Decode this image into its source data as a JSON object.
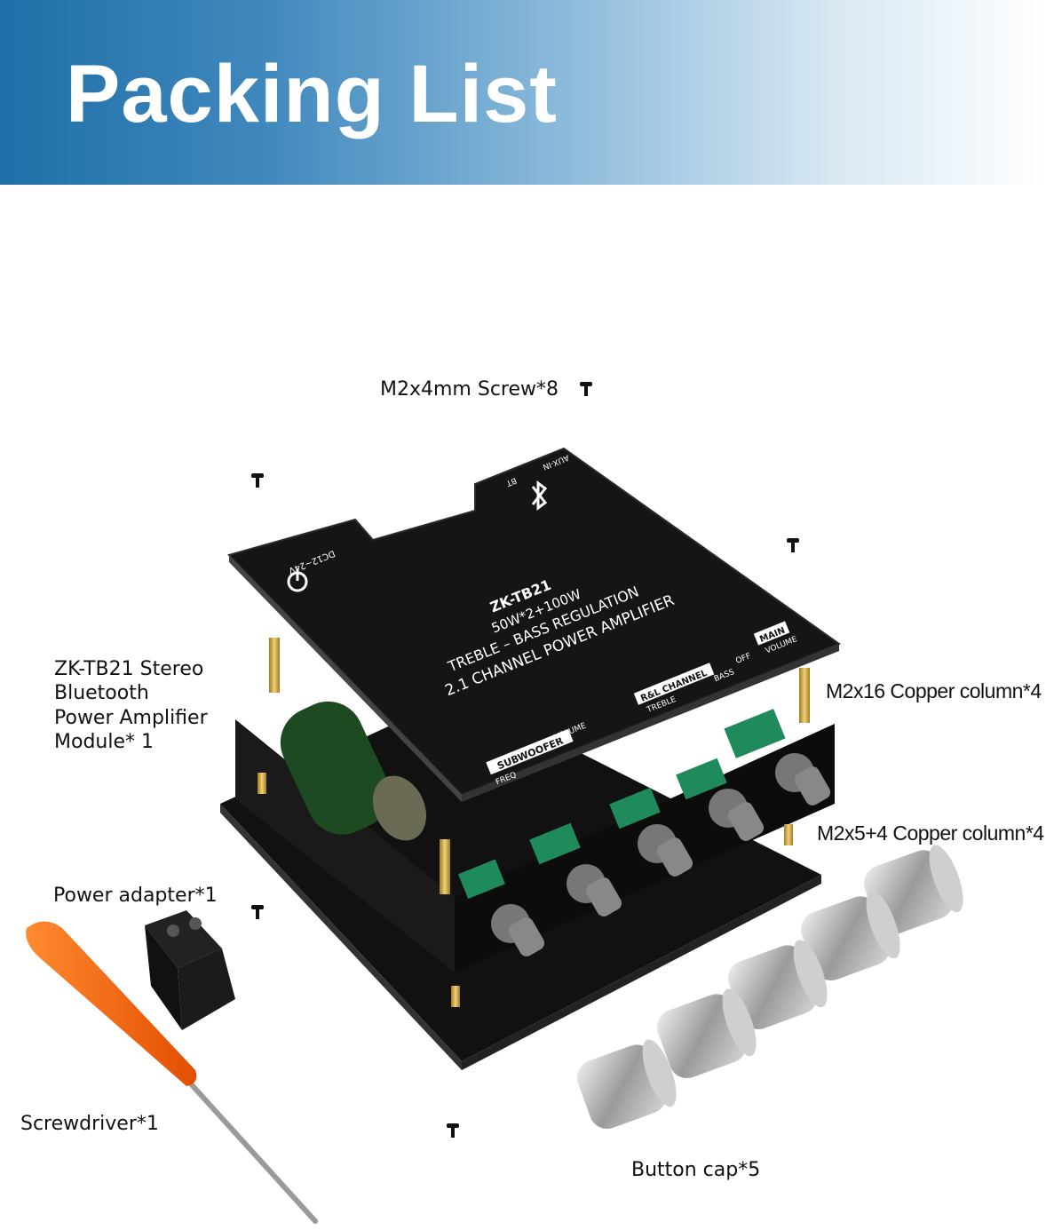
{
  "header": {
    "title": "Packing List"
  },
  "labels": {
    "screw": "M2x4mm Screw*8",
    "module": [
      "ZK-TB21 Stereo",
      "Bluetooth",
      "Power Amplifier",
      "Module* 1"
    ],
    "copper16": "M2x16 Copper column*4",
    "copper5": "M2x5+4 Copper column*4",
    "adapter": "Power adapter*1",
    "screwdriver": "Screwdriver*1",
    "caps": "Button cap*5"
  },
  "board_print": {
    "model": "ZK-TB21",
    "power": "50W*2+100W",
    "regulation": "TREBLE  –  BASS  REGULATION",
    "channel": "2.1 CHANNEL POWER AMPLIFIER",
    "dc": "DC12~24V",
    "aux": "AUX-IN",
    "bt": "BT",
    "main": "MAIN",
    "volume": "VOLUME",
    "off": "OFF",
    "rl_channel": "R&L CHANNEL",
    "treble": "TREBLE",
    "bass": "BASS",
    "subwoofer": "SUBWOOFER",
    "freq": "FREQ",
    "sub_volume": "VOLUME"
  },
  "colors": {
    "banner_start": "#1f6fa8",
    "board": "#141414",
    "screwdriver_handle": "#ff6a10",
    "brass": "#d4a83a"
  }
}
